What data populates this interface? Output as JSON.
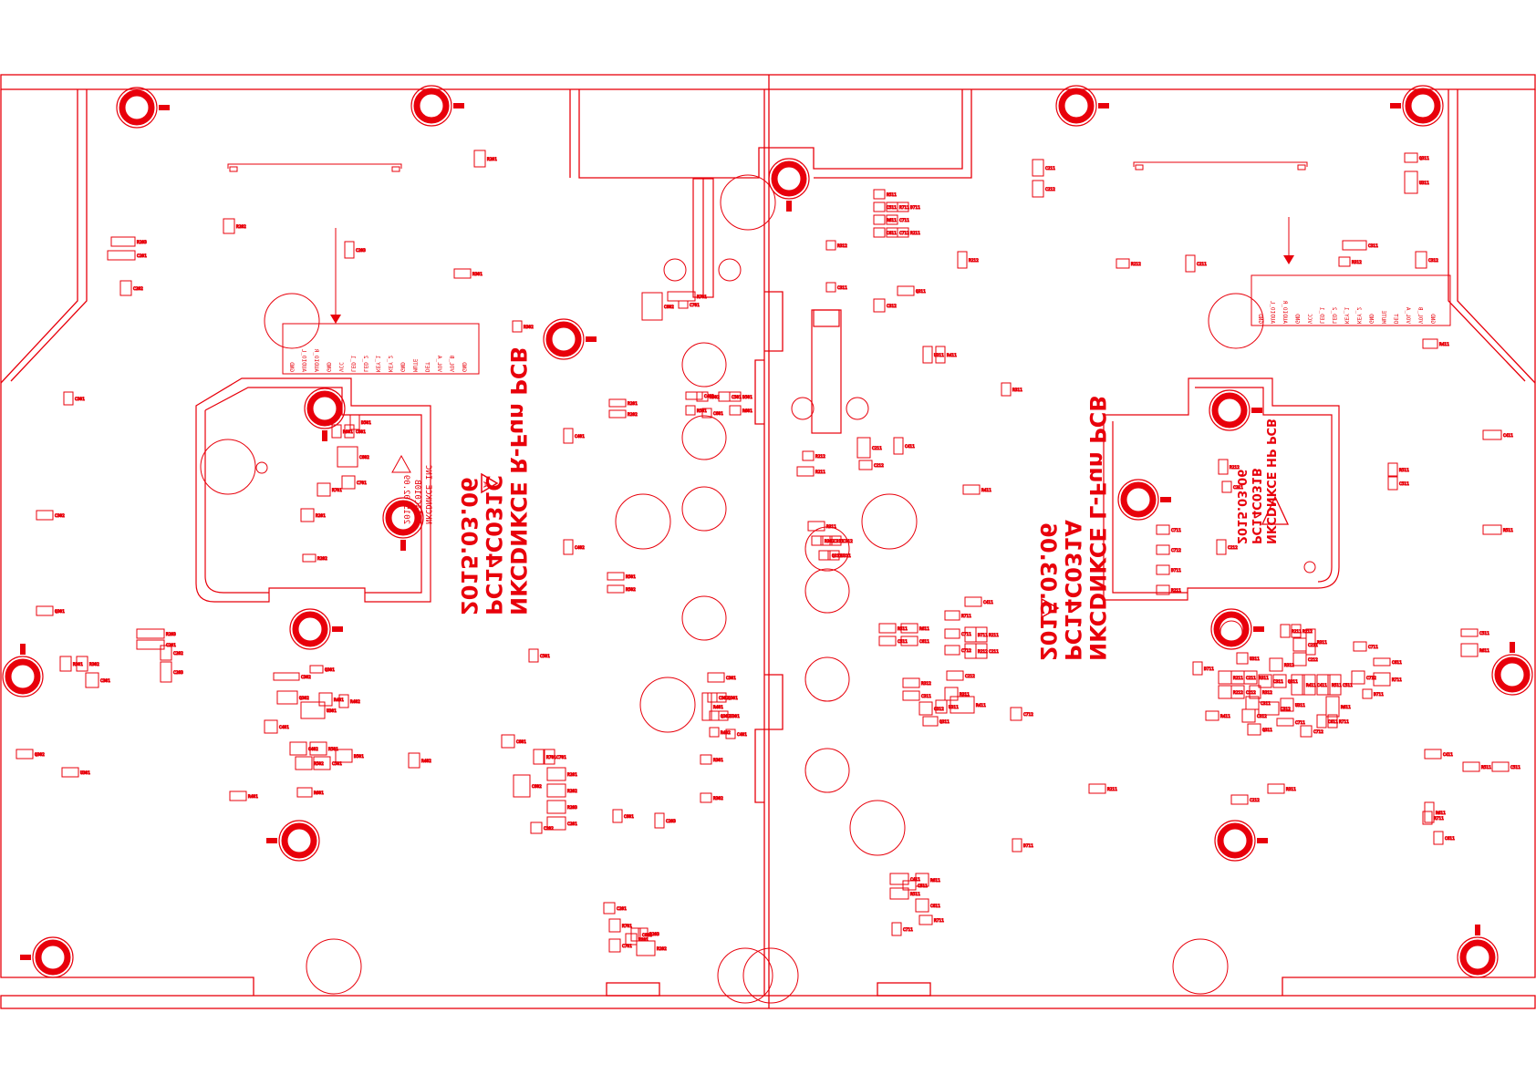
{
  "colors": {
    "stroke": "#e8000b",
    "fill": "#e8000b",
    "background": "#ffffff"
  },
  "left_board": {
    "name_label": "NKCDNKCE R-Fun PCB",
    "part_number": "PC14C031C",
    "revision": "A",
    "date": "2015.03.06",
    "inner_board": {
      "name": "NKCDNKCE INC",
      "part_number": "PC14C010B",
      "date": "2015.02.09"
    }
  },
  "right_board": {
    "name_label": "NKCDNKCE L-Fun PCB",
    "part_number": "PC14C031A",
    "date": "2015.03.06",
    "inner_board": {
      "name": "NKCDNKCE HP PCB",
      "part_number": "PC14C031B",
      "date": "2015.03.06"
    }
  },
  "pin_table_left": [
    "GND",
    "AUDIO_L",
    "AUDIO_R",
    "GND",
    "VCC",
    "LED_1",
    "LED_2",
    "KEY_1",
    "KEY_2",
    "GND",
    "MUTE",
    "DET",
    "VOL_A",
    "VOL_B",
    "GND"
  ],
  "pin_table_right": [
    "GND",
    "AUDIO_L",
    "AUDIO_R",
    "GND",
    "VCC",
    "LED_1",
    "LED_2",
    "KEY_1",
    "KEY_2",
    "GND",
    "MUTE",
    "DET",
    "VOL_A",
    "VOL_B",
    "GND"
  ],
  "components": {
    "left": [
      "R201",
      "R202",
      "R203",
      "C201",
      "C202",
      "C203",
      "R301",
      "R302",
      "C301",
      "C302",
      "Q301",
      "Q302",
      "U301",
      "R401",
      "R402",
      "C401",
      "C402",
      "R501",
      "R502",
      "C501",
      "D501",
      "R601",
      "C601",
      "C602",
      "R701",
      "C701"
    ],
    "right": [
      "R211",
      "R212",
      "C211",
      "C212",
      "R311",
      "R312",
      "C311",
      "C312",
      "Q311",
      "U311",
      "R411",
      "C411",
      "R511",
      "C511",
      "R611",
      "C611",
      "R711",
      "C711",
      "C712",
      "D711"
    ]
  }
}
